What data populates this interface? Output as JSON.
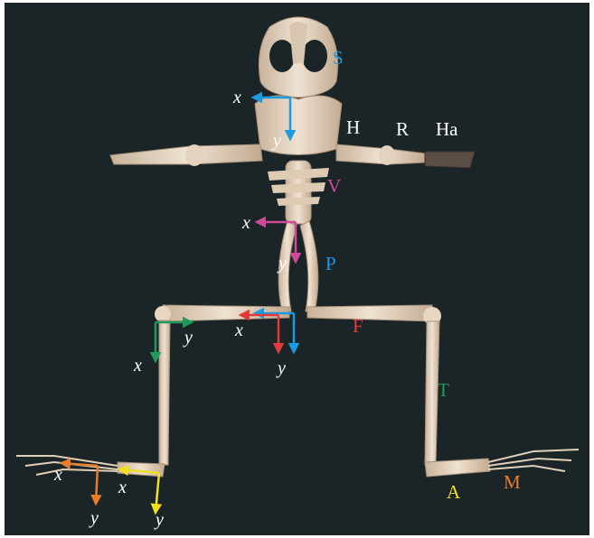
{
  "segment_labels": [
    {
      "text": "S",
      "color": "#1a9be0"
    },
    {
      "text": "H",
      "color": "#ffffff"
    },
    {
      "text": "R",
      "color": "#ffffff"
    },
    {
      "text": "Ha",
      "color": "#ffffff"
    },
    {
      "text": "V",
      "color": "#d14a9a"
    },
    {
      "text": "P",
      "color": "#1a9be0"
    },
    {
      "text": "F",
      "color": "#e23a3a"
    },
    {
      "text": "T",
      "color": "#1e9a5a"
    },
    {
      "text": "A",
      "color": "#f2e020"
    },
    {
      "text": "M",
      "color": "#e67e2e"
    }
  ],
  "axis_labels": {
    "x": "x",
    "y": "y"
  },
  "colors": {
    "background": "#1b2527",
    "bone": "#e6d6c2",
    "bone_shadow": "#b79f86",
    "skull": "#1a9be0",
    "vertebrae": "#d14a9a",
    "pelvis": "#1a9be0",
    "femur": "#e23a3a",
    "tibia": "#1e9a5a",
    "ankle": "#f2e020",
    "metatarsal": "#e67e2e"
  }
}
